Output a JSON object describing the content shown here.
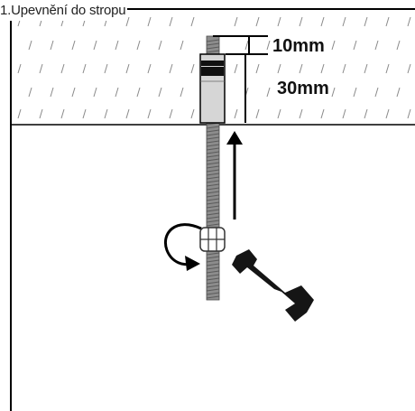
{
  "title": "1.Upevnění do stropu",
  "dimensions": {
    "top_gap": "10mm",
    "anchor_depth": "30mm"
  },
  "colors": {
    "ceiling_hatch": "#8a8a8a",
    "rod": "#8c8c8c",
    "anchor": "#d6d6d6",
    "wrench": "#151515",
    "lines": "#000000"
  },
  "icons": [
    "arrow-up-icon",
    "rotate-arrow-icon",
    "wrench-icon",
    "nut-icon"
  ]
}
